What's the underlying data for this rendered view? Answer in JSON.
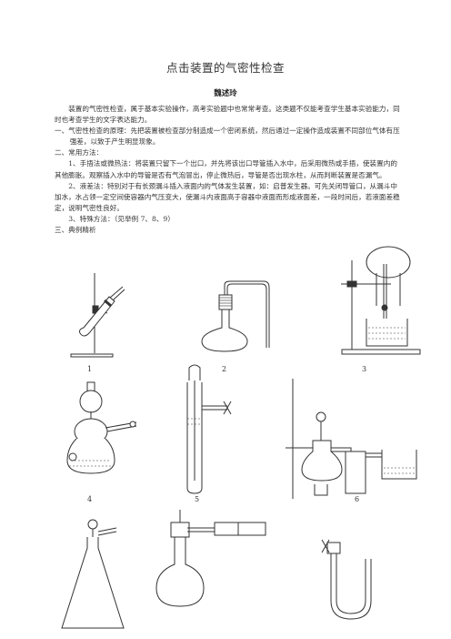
{
  "title": "点击装置的气密性检查",
  "author": "魏述玲",
  "paragraphs": [
    "装置的气密性检查，属于基本实验操作，高考实验题中也常常考查。这类题不仅能考查学生基本实验能力，同时也考查学生的文字表达能力。",
    "一、气密性检查的原理：先把装置被检查部分制造成一个密闭系统，然后通过一定操作造成装置不同部位气体有压强差，以致于产生明显现象。",
    "二、常用方法：",
    "1、手捂法或微热法：将装置只留下一个出口，并先将该出口导管插入水中，后采用微热或手捂，使装置内的其他膨胀。观察插入水中的导管是否有气泡冒出，停止微热后，导管是否出现水柱，从而判断装置是否漏气。",
    "2、液差法：特别对于有长颈漏斗插入液面内的气体发生装置，如：启普发生器。可先关闭导管口，从漏斗中加水，水占领一定空间使容器内气压变大，使漏斗内液面高于容器中液面而形成液面差，一段时间后，若液面差稳定，说明气密性良好。",
    "3、特殊方法：（见举例 7、8、9）",
    "三、典例精析"
  ],
  "figure_labels": [
    "1",
    "2",
    "3",
    "4",
    "5",
    "6"
  ]
}
